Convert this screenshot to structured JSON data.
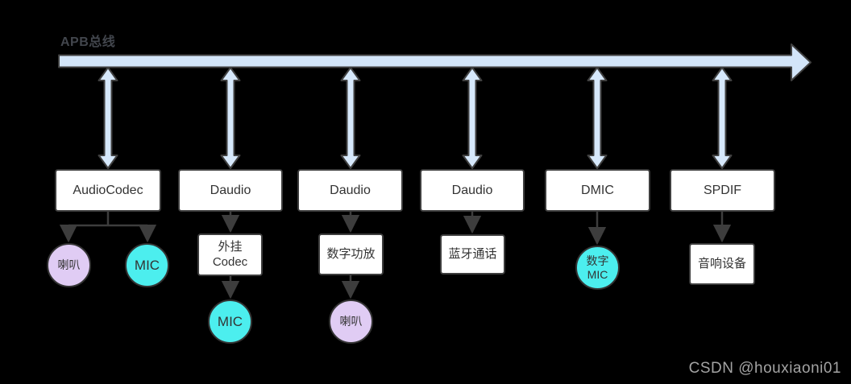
{
  "diagram": {
    "bus_label": "APB总线",
    "controllers": [
      "AudioCodec",
      "Daudio",
      "Daudio",
      "Daudio",
      "DMIC",
      "SPDIF"
    ],
    "devices": {
      "speaker1": "喇叭",
      "mic1": "MIC",
      "ext_codec_line1": "外挂",
      "ext_codec_line2": "Codec",
      "mic2": "MIC",
      "digital_amp": "数字功放",
      "speaker2": "喇叭",
      "bluetooth_call": "蓝牙通话",
      "dmic_line1": "数字",
      "dmic_line2": "MIC",
      "audio_device": "音响设备"
    },
    "colors": {
      "bus_fill": "#d3e5f9",
      "arrow_fill": "#d6e8fb",
      "outline": "#404040",
      "box_fill": "#ffffff",
      "cyan_device": "#4ceeee",
      "lavender_device": "#e0ccf4"
    }
  },
  "watermark": "CSDN @houxiaoni01"
}
